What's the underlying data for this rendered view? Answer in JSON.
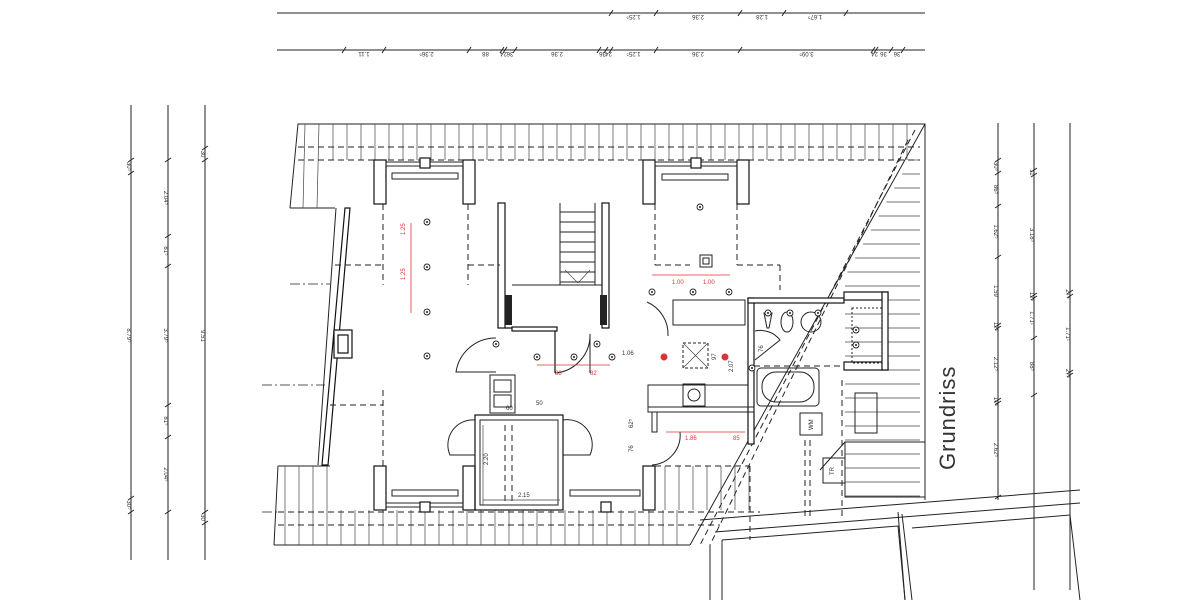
{
  "drawing": {
    "label": "Grundriss",
    "top_dimensions_row1": [
      "1.25⁵",
      "2.36",
      "1.28",
      "1.67⁵"
    ],
    "top_dimensions_row2": [
      "1.11",
      "2.36⁵",
      "88",
      "24",
      "36",
      "2.36",
      "36",
      "24",
      "1.25⁵",
      "2.36",
      "3.09⁵",
      "24",
      "36",
      "36"
    ],
    "left_dimensions_col1": [
      "30⁵",
      "8.79⁵",
      "30⁵"
    ],
    "left_dimensions_col2": [
      "2.04⁵",
      "81⁵",
      "3.79⁵",
      "81⁵",
      "2.04⁵"
    ],
    "left_dimensions_col3": [
      "30",
      "9.51",
      "30"
    ],
    "right_dimensions_col1": [
      "30⁵",
      "86⁵",
      "1.62⁵",
      "1.59",
      "12⁵",
      "2.12⁵",
      "10⁵",
      "2.62⁵"
    ],
    "right_dimensions_col2": [
      "11",
      "3.18⁵",
      "12⁵",
      "1.71¹",
      "88⁵"
    ],
    "right_dimensions_col3": [
      "27⁵",
      "1.71¹",
      "27⁵"
    ],
    "room_dimensions": [
      "1.25",
      "1.25",
      "2.20",
      "2.15",
      "1.00",
      "1.00",
      "1.06",
      "62⁵",
      "76",
      "1.86",
      "85",
      "88",
      "82",
      "97",
      "2.07",
      "76",
      "60",
      "50"
    ],
    "fixture_labels": [
      "WM",
      "TR"
    ],
    "colors": {
      "lines": "#222222",
      "electrical": "#dd3333",
      "background": "#ffffff"
    }
  }
}
